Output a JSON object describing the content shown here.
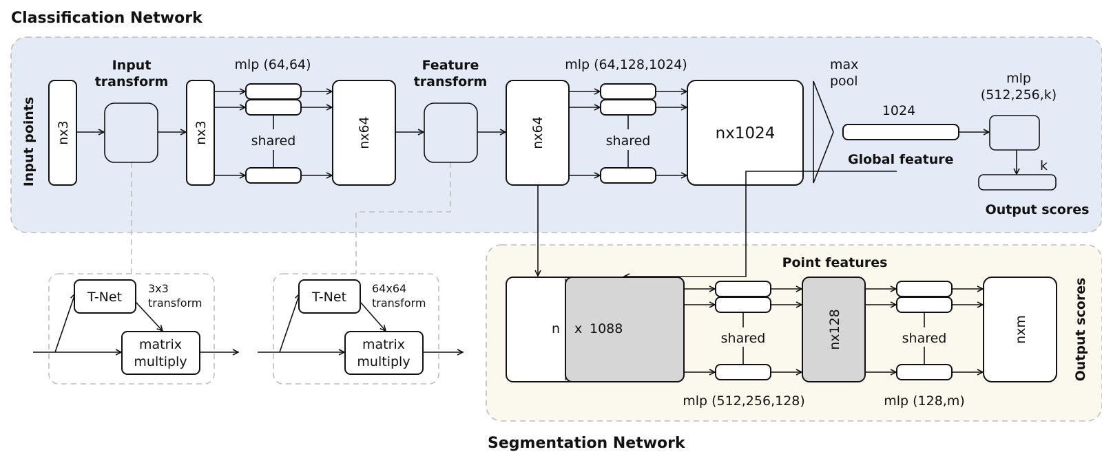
{
  "titles": {
    "classification": "Classification Network",
    "segmentation": "Segmentation Network"
  },
  "colors": {
    "classification_bg": "#e5eaf7",
    "segmentation_bg": "#fbf9ee",
    "border_dash": "#bdbdbd",
    "gray_block": "#d6d6d6",
    "stroke": "#111111"
  },
  "classification": {
    "input_points_label": "Input points",
    "input_block": "nx3",
    "input_transform_label_1": "Input",
    "input_transform_label_2": "transform",
    "transformed_block": "nx3",
    "mlp1_label": "mlp (64,64)",
    "mlp1_shared": "shared",
    "nx64_block": "nx64",
    "feature_transform_label_1": "Feature",
    "feature_transform_label_2": "transform",
    "nx64_block_2": "nx64",
    "mlp2_label": "mlp (64,128,1024)",
    "mlp2_shared": "shared",
    "nx1024_block": "nx1024",
    "maxpool_1": "max",
    "maxpool_2": "pool",
    "global_dim": "1024",
    "global_feature_label": "Global feature",
    "mlp3_label_1": "mlp",
    "mlp3_label_2": "(512,256,k)",
    "k_label": "k",
    "output_scores_label": "Output scores"
  },
  "tnets": [
    {
      "tnet": "T-Net",
      "transform_1": "3x3",
      "transform_2": "transform",
      "mm_1": "matrix",
      "mm_2": "multiply"
    },
    {
      "tnet": "T-Net",
      "transform_1": "64x64",
      "transform_2": "transform",
      "mm_1": "matrix",
      "mm_2": "multiply"
    }
  ],
  "segmentation": {
    "point_features_label": "Point features",
    "concat_n": "n",
    "concat_x": "x",
    "concat_dim": "1088",
    "mlp1_shared": "shared",
    "mlp1_label": "mlp (512,256,128)",
    "nx128_block": "nx128",
    "mlp2_shared": "shared",
    "mlp2_label": "mlp (128,m)",
    "nxm_block": "nxm",
    "output_scores_label": "Output scores"
  }
}
